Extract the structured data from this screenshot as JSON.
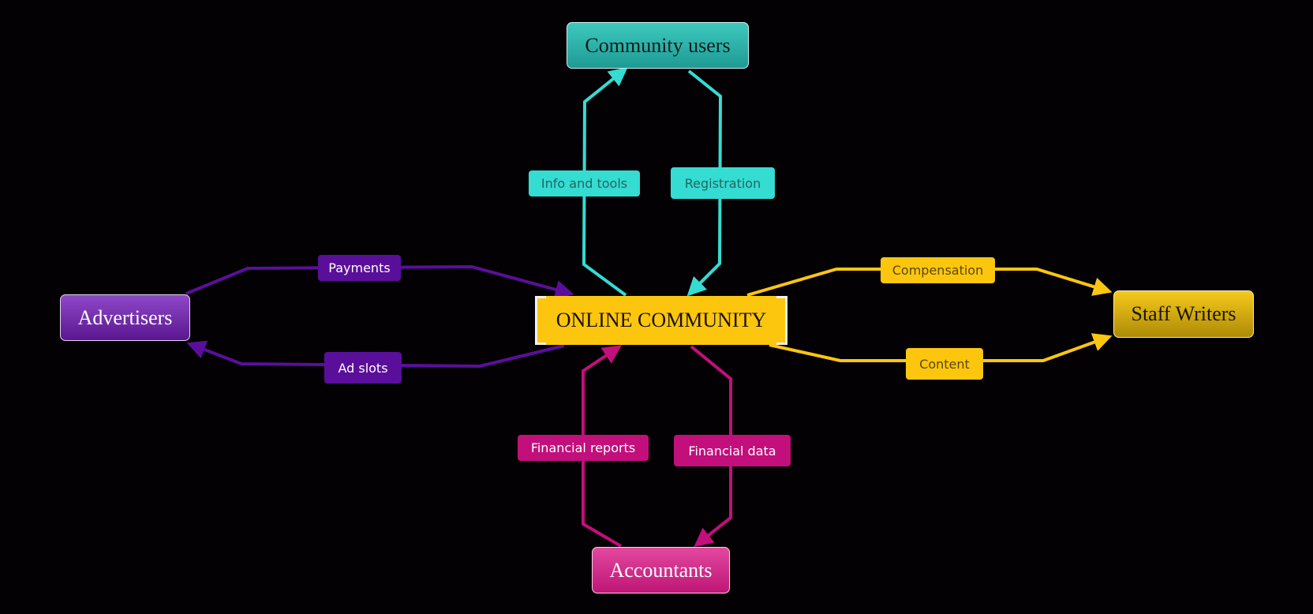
{
  "diagram": {
    "center": {
      "label": "ONLINE COMMUNITY"
    },
    "nodes": {
      "community_users": "Community users",
      "advertisers": "Advertisers",
      "staff_writers": "Staff Writers",
      "accountants": "Accountants"
    },
    "flows": {
      "info_and_tools": "Info and tools",
      "registration": "Registration",
      "payments": "Payments",
      "ad_slots": "Ad slots",
      "compensation": "Compensation",
      "content": "Content",
      "financial_reports": "Financial reports",
      "financial_data": "Financial data"
    },
    "colors": {
      "teal": "#34dcd2",
      "purple": "#5a0f9a",
      "yellow": "#fcc60f",
      "pink": "#c20f7b",
      "background": "#030104"
    }
  }
}
